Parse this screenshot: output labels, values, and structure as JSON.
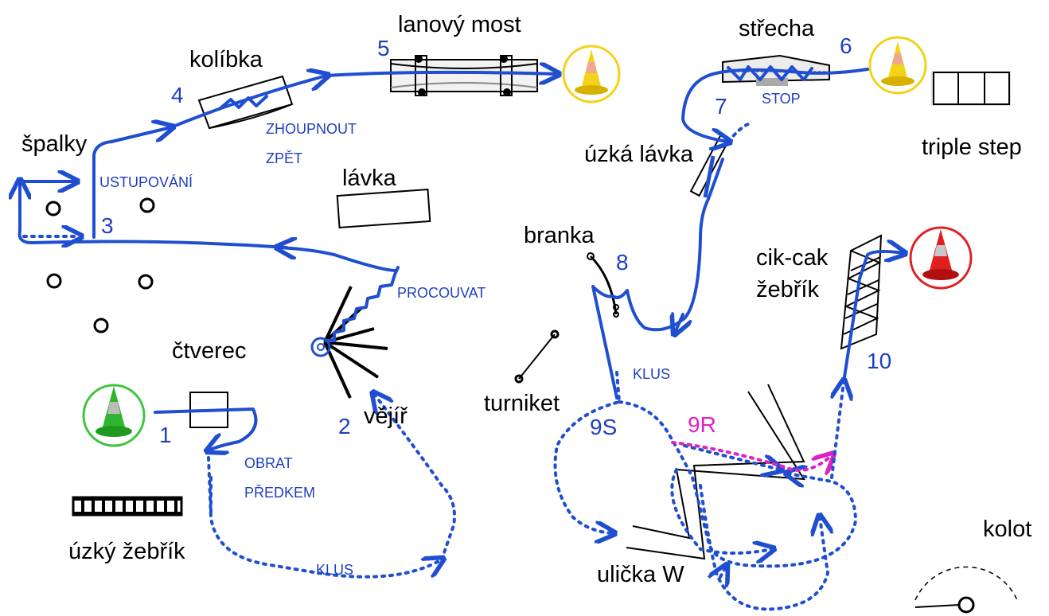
{
  "obstacles": {
    "spalky": "špalky",
    "kolibka": "kolíbka",
    "lanovy_most": "lanový most",
    "strecha": "střecha",
    "triple_step": "triple step",
    "uzka_lavka": "úzká lávka",
    "lavka": "lávka",
    "branka": "branka",
    "cik_cak_1": "cik-cak",
    "cik_cak_2": "žebřík",
    "ctverec": "čtverec",
    "vejir": "vějíř",
    "turniket": "turniket",
    "uzky_zebrik": "úzký žebřík",
    "ulicka_w": "ulička W",
    "kolot": "kolot"
  },
  "numbers": {
    "n1": "1",
    "n2": "2",
    "n3": "3",
    "n4": "4",
    "n5": "5",
    "n6": "6",
    "n7": "7",
    "n8": "8",
    "n9s": "9S",
    "n9r": "9R",
    "n10": "10"
  },
  "instructions": {
    "ustupovani": "USTUPOVÁNÍ",
    "zhoupnout": "ZHOUPNOUT",
    "zpet": "ZPĚT",
    "stop": "STOP",
    "procouvat": "PROCOUVAT",
    "obrat": "OBRAT",
    "predkem": "PŘEDKEM",
    "klus_bottom": "KLUS",
    "klus_mid": "KLUS"
  },
  "colors": {
    "route": "#1f4fd0",
    "alt_route": "#e020c0",
    "start_cone": "#3ec43e",
    "mid_cone": "#f2d21a",
    "finish_cone": "#e02020"
  }
}
